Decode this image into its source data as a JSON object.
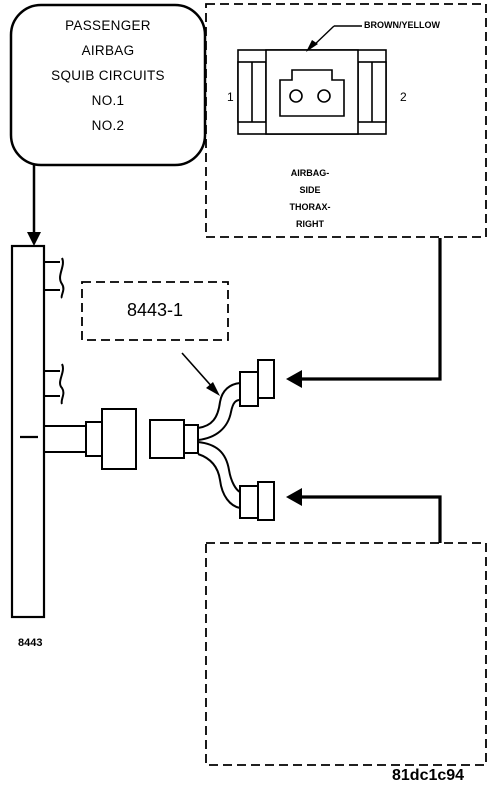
{
  "callout": {
    "lines": [
      "PASSENGER",
      "AIRBAG",
      "SQUIB CIRCUITS",
      "NO.1",
      "NO.2"
    ]
  },
  "top_connector": {
    "wire_color_label": "BROWN/YELLOW",
    "pin_left": "1",
    "pin_right": "2",
    "name_lines": [
      "AIRBAG-",
      "SIDE",
      "THORAX-",
      "RIGHT"
    ]
  },
  "adapter_label": "8443-1",
  "tool_label": "8443",
  "figure_id": "81dc1c94"
}
